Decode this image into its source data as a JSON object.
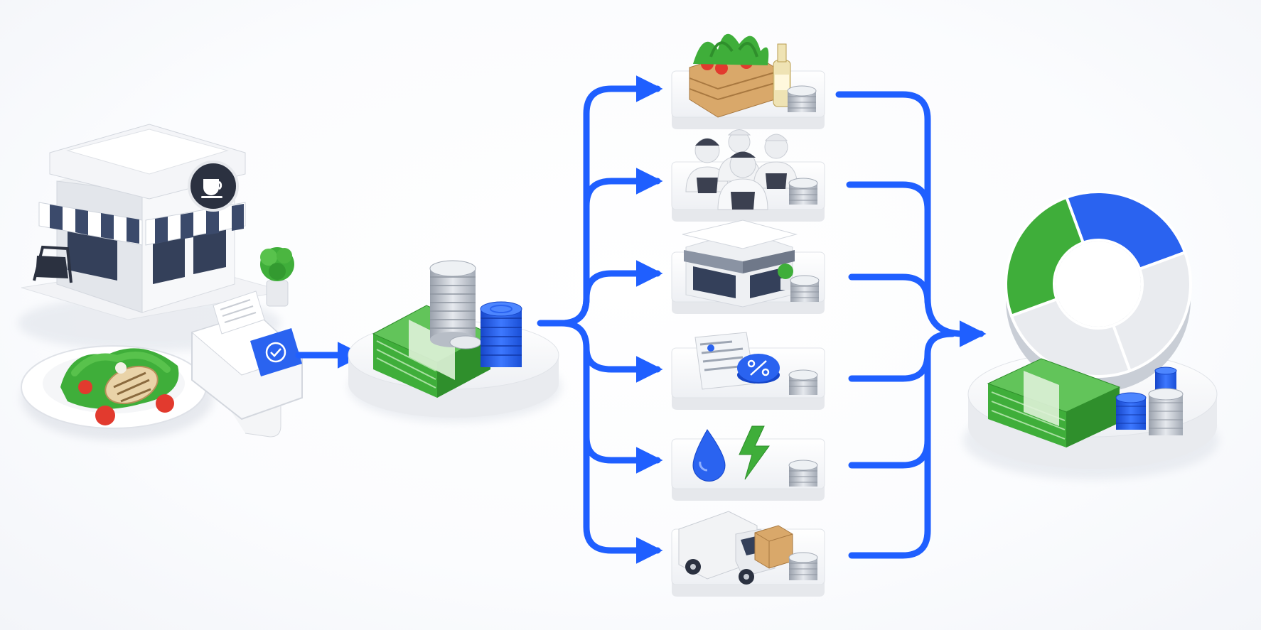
{
  "colors": {
    "flow_blue": "#1f5fff",
    "money_green": "#3fae3a",
    "coin_silver": "#c7ccd4",
    "accent_blue": "#2a63f0",
    "awning_navy": "#3b4a6b",
    "platform_white": "#f4f5f7"
  },
  "icons": {
    "restaurant": "storefront-icon",
    "cup": "coffee-cup-icon",
    "meal": "salad-plate-icon",
    "terminal": "payment-terminal-icon",
    "revenue": "cash-and-coins-icon",
    "result": "donut-chart-icon"
  },
  "cost_items": [
    {
      "icon": "produce-crate-icon"
    },
    {
      "icon": "staff-team-icon"
    },
    {
      "icon": "storefront-rent-icon"
    },
    {
      "icon": "tax-document-percent-icon"
    },
    {
      "icon": "utilities-water-electric-icon"
    },
    {
      "icon": "delivery-van-icon"
    }
  ],
  "chart_data": {
    "type": "pie",
    "variant": "donut",
    "values": [
      25,
      25,
      25,
      25
    ],
    "colors": [
      "#2a63f0",
      "#e9ebef",
      "#e9ebef",
      "#3fae3a"
    ]
  }
}
